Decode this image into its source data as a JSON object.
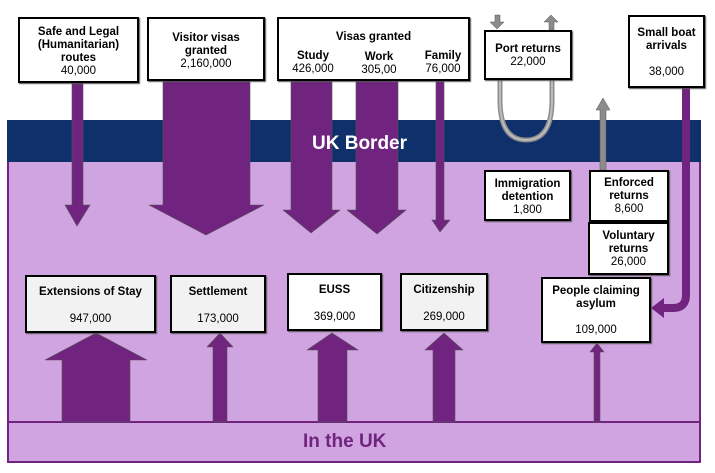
{
  "border_label": "UK Border",
  "inside_label": "In the UK",
  "colors": {
    "border_band": "#10306b",
    "inside": "#d0a4e0",
    "arrow": "#71247f",
    "return_arrow": "#8c8c8c"
  },
  "entry": {
    "safe_legal": {
      "title": "Safe and Legal (Humanitarian) routes",
      "value": "40,000"
    },
    "visitor": {
      "title": "Visitor visas granted",
      "value": "2,160,000"
    },
    "visas": {
      "title": "Visas granted",
      "items": [
        {
          "label": "Study",
          "value": "426,000"
        },
        {
          "label": "Work",
          "value": "305,00"
        },
        {
          "label": "Family",
          "value": "76,000"
        }
      ]
    },
    "port_returns": {
      "title": "Port returns",
      "value": "22,000"
    },
    "small_boat": {
      "title": "Small boat arrivals",
      "value": "38,000"
    }
  },
  "inside": {
    "detention": {
      "title": "Immigration detention",
      "value": "1,800"
    },
    "enforced": {
      "title": "Enforced returns",
      "value": "8,600"
    },
    "voluntary": {
      "title": "Voluntary returns",
      "value": "26,000"
    },
    "asylum": {
      "title": "People claiming asylum",
      "value": "109,000"
    },
    "extensions": {
      "title": "Extensions of Stay",
      "value": "947,000"
    },
    "settlement": {
      "title": "Settlement",
      "value": "173,000"
    },
    "euss": {
      "title": "EUSS",
      "value": "369,000"
    },
    "citizenship": {
      "title": "Citizenship",
      "value": "269,000"
    }
  }
}
